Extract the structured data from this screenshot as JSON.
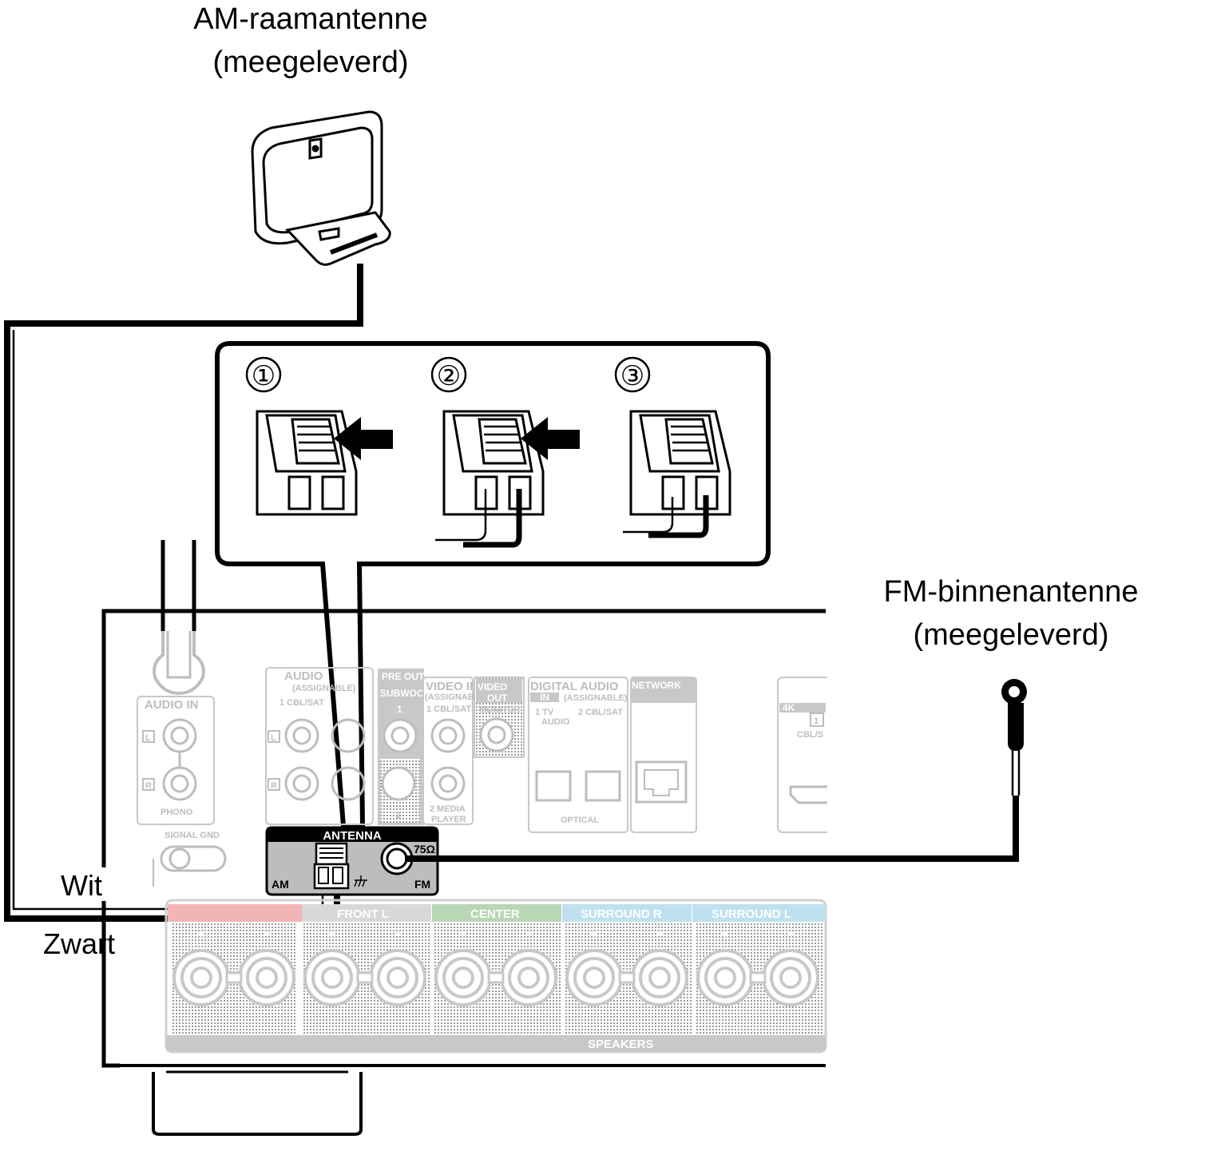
{
  "labels": {
    "am_title_line1": "AM-raamantenne",
    "am_title_line2": "(meegeleverd)",
    "fm_title_line1": "FM-binnenantenne",
    "fm_title_line2": "(meegeleverd)",
    "wire_white": "Wit",
    "wire_black": "Zwart"
  },
  "steps": [
    "①",
    "②",
    "③"
  ],
  "panel": {
    "audio_in": "AUDIO IN",
    "phono": "PHONO",
    "signal_gnd": "SIGNAL GND",
    "audio_assignable": "AUDIO",
    "assignable": "(ASSIGNABLE)",
    "cbl_sat": "1 CBL/SAT",
    "pre_out": "PRE OUT",
    "subwoofer": "SUBWOOFER",
    "video_in": "VIDEO IN",
    "video_assignable": "(ASSIGNABLE)",
    "video_cbl_sat": "1 CBL/SAT",
    "media_player_1": "2 MEDIA",
    "media_player_2": "PLAYER",
    "video_out": "VIDEO",
    "out": "OUT",
    "monitor": "MONITOR",
    "digital_audio": "DIGITAL AUDIO",
    "digital_in": "IN",
    "digital_assignable": "(ASSIGNABLE)",
    "tv_audio": "1  TV",
    "tv_audio2": "AUDIO",
    "digital_cbl_sat": "2 CBL/SAT",
    "optical": "OPTICAL",
    "network": "NETWORK",
    "hdmi_4k": "4K",
    "hdmi_cbl": "CBL/S",
    "antenna": "ANTENNA",
    "am": "AM",
    "fm": "FM",
    "ohm": "75Ω",
    "speakers": "SPEAKERS",
    "front_l": "FRONT L",
    "center": "CENTER",
    "surround_r": "SURROUND R",
    "surround_l": "SURROUND L",
    "plus": "+",
    "minus": "−",
    "sub_1": "1",
    "sub_2": "2",
    "hdmi_1": "1",
    "ch_l": "L",
    "ch_r": "R"
  },
  "colors": {
    "line": "#000000",
    "panel_grey": "#bdbdbd",
    "center_green": "#b9d7b5",
    "surround_blue": "#bfe1ef",
    "front_red": "#f2b5b5"
  }
}
